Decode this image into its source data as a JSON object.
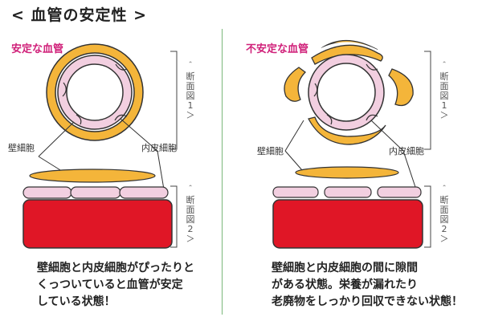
{
  "title": "< 血管の安定性 >",
  "left": {
    "heading": "安定な血管",
    "pericyte_label": "壁細胞",
    "endothelial_label": "内皮細胞",
    "section1": [
      "＾",
      "断",
      "面",
      "図",
      "1",
      "＞"
    ],
    "section2": [
      "＾",
      "断",
      "面",
      "図",
      "2",
      "＞"
    ],
    "description": [
      "壁細胞と内皮細胞がぴったりと",
      "くっついていると血管が安定",
      "している状態！"
    ]
  },
  "right": {
    "heading": "不安定な血管",
    "pericyte_label": "壁細胞",
    "endothelial_label": "内皮細胞",
    "section1": [
      "＾",
      "断",
      "面",
      "図",
      "1",
      "＞"
    ],
    "section2": [
      "＾",
      "断",
      "面",
      "図",
      "2",
      "＞"
    ],
    "description": [
      "壁細胞と内皮細胞の間に隙間",
      "がある状態。栄養が漏れたり",
      "老廃物をしっかり回収できない状態！"
    ]
  },
  "colors": {
    "pericyte": "#f4b53a",
    "endothelial": "#f2cfe0",
    "blood": "#e01626",
    "heading": "#d0217a",
    "divider": "#7ab77a"
  }
}
